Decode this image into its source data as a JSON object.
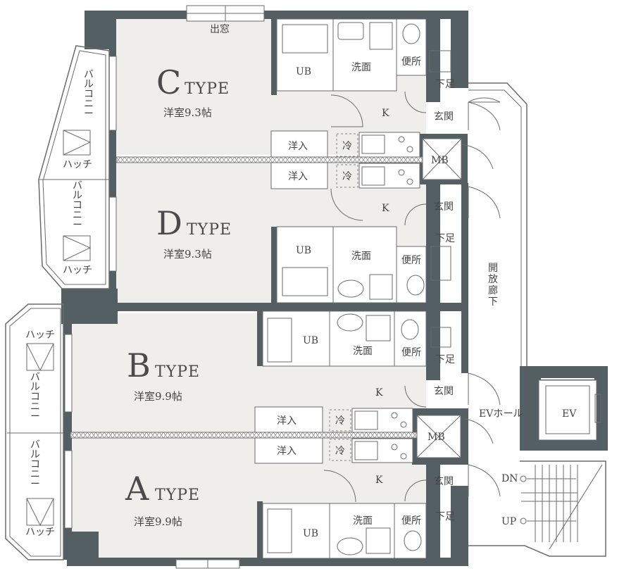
{
  "units": {
    "c": {
      "letter": "C",
      "type": "TYPE",
      "room": "洋室9.3帖"
    },
    "d": {
      "letter": "D",
      "type": "TYPE",
      "room": "洋室9.3帖"
    },
    "b": {
      "letter": "B",
      "type": "TYPE",
      "room": "洋室9.9帖"
    },
    "a": {
      "letter": "A",
      "type": "TYPE",
      "room": "洋室9.9帖"
    }
  },
  "labels": {
    "demado": "出窓",
    "ub": "UB",
    "senmen": "洗面",
    "benjo": "便所",
    "k": "K",
    "genkan": "玄関",
    "shitaashi": "下足",
    "yonyu": "洋入",
    "rei": "冷",
    "mb": "MB",
    "hatch": "ハッチ",
    "balcony": "バルコニー",
    "corridor": "開放廊下",
    "ev_hall": "EVホール",
    "ev": "EV",
    "dn": "DN",
    "up": "UP"
  },
  "colors": {
    "wall": "#535f63",
    "floor": "#f0eeea",
    "line": "#6b6b6b"
  }
}
